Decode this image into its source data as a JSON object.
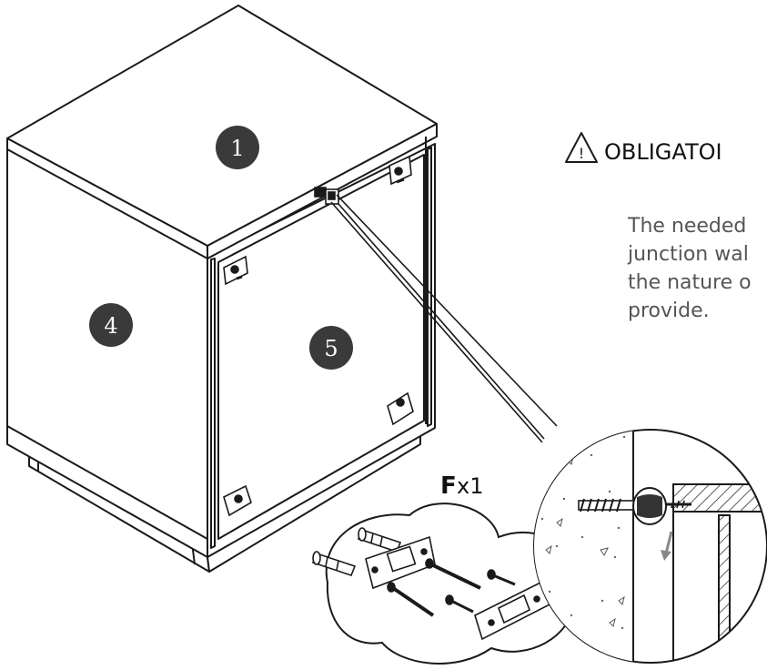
{
  "warning": {
    "icon": "warning-triangle-icon",
    "icon_mark": "!",
    "title": "OBLIGATOI"
  },
  "note": {
    "lines": [
      "The needed",
      "junction wal",
      "the nature o",
      "provide."
    ]
  },
  "part": {
    "letter": "F",
    "quantity": "x1"
  },
  "panels": [
    {
      "number": "1"
    },
    {
      "number": "4"
    },
    {
      "number": "5"
    }
  ],
  "colors": {
    "line": "#1a1a1a",
    "badge": "#3a3a3a",
    "hatch": "#333333",
    "arrow": "#888888"
  }
}
